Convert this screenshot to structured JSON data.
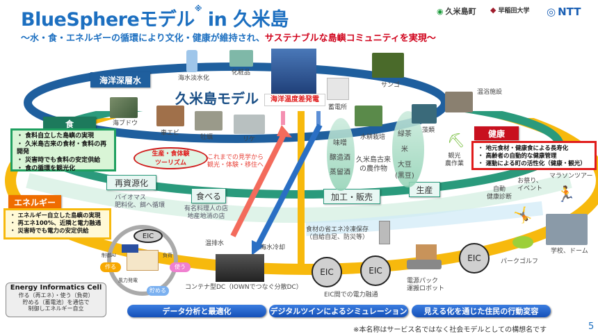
{
  "header": {
    "title": "BlueSphereモデル",
    "title_mark": "※",
    "title_suffix": " in 久米島",
    "subtitle_a": "～水・食・エネルギーの循環により文化・健康が維持され、",
    "subtitle_b": "サステナブルな島嶼コミュニティを実現～",
    "logos": [
      "久米島町",
      "早稲田大学",
      "NTT"
    ]
  },
  "diagram": {
    "ocean_water": "海洋深層水",
    "model_title": "久米島モデル",
    "otec": "海洋温度差発電",
    "ocean_items": [
      "海水淡水化",
      "化粧品",
      "蓄電所",
      "サンゴ",
      "温浴施設",
      "海ブドウ",
      "車エビ",
      "牡蠣",
      "リケ"
    ],
    "food": {
      "header": "食",
      "bullets": [
        "食料自立した島嶼の実現",
        "久米島古来の食材・食料の再開発",
        "災害時でも食料の安定供給",
        "食の循環を観光化"
      ]
    },
    "tourism": {
      "label": "生産・食体験\nツーリズム",
      "note_1": "これまでの見学から",
      "note_2": "観光・体験・移住へ"
    },
    "stages": {
      "recycle": "再資源化",
      "eat": "食べる",
      "process": "加工・販売",
      "produce": "生産"
    },
    "stage_notes": {
      "recycle_1": "バイオマス",
      "recycle_2": "肥料化、餌へ循環",
      "eat_1": "有名料理人の店",
      "eat_2": "地産地消の店"
    },
    "crops": {
      "oval1": [
        "味噌",
        "醸造酒",
        "蒸留酒"
      ],
      "oval2": [
        "緑茶",
        "米",
        "大豆",
        "(黒豆)"
      ],
      "hydro": "水耕栽培",
      "ancient_1": "久米島古来",
      "ancient_2": "の農作物",
      "algae": "藻類",
      "farm_1": "観光",
      "farm_2": "農作業"
    },
    "health": {
      "header": "健康",
      "bullets": [
        "地元食材・健康食による長寿化",
        "高齢者の自動的な健康管理",
        "運動による町の活性化（健康・観光）"
      ],
      "items": {
        "festival_1": "お祭り、",
        "festival_2": "イベント",
        "marathon": "マラソンツアー",
        "checkup_1": "自動",
        "checkup_2": "健康診断",
        "golf": "パークゴルフ",
        "school": "学校、ドーム"
      }
    },
    "energy": {
      "header": "エネルギー",
      "bullets": [
        "エネルギー自立した島嶼の実現",
        "再エネ100%、近隣と電力融通",
        "災害時でも電力の安定供給"
      ]
    },
    "eic": {
      "label": "EIC",
      "make": "作る",
      "use": "使う",
      "store": "貯める",
      "control": "制御AI",
      "load": "負荷",
      "wind": "風力発電",
      "callout_title": "Energy Informatics Cell",
      "callout_1": "作る（再エネ）・使う（負荷）",
      "callout_2": "貯める（蓄電池）を通信で",
      "callout_3": "制御しエネルギー自立"
    },
    "dc": {
      "warm": "温排水",
      "cool": "海水冷却",
      "label": "コンテナ型DC（IOWNでつなぐ分散DC）"
    },
    "freeze_1": "食材の省エネ冷凍保存",
    "freeze_2": "（自給自足、防災等）",
    "eic_exchange": "EIC間での電力融通",
    "robot_1": "電源パック",
    "robot_2": "運搬ロボット"
  },
  "bottom": {
    "buttons": [
      "データ分析と最適化",
      "デジタルツインによるシミュレーション",
      "見える化を通じた住民の行動変容"
    ],
    "note": "※本名称はサービス名ではなく社会モデルとしての構想名です",
    "page": "5"
  }
}
